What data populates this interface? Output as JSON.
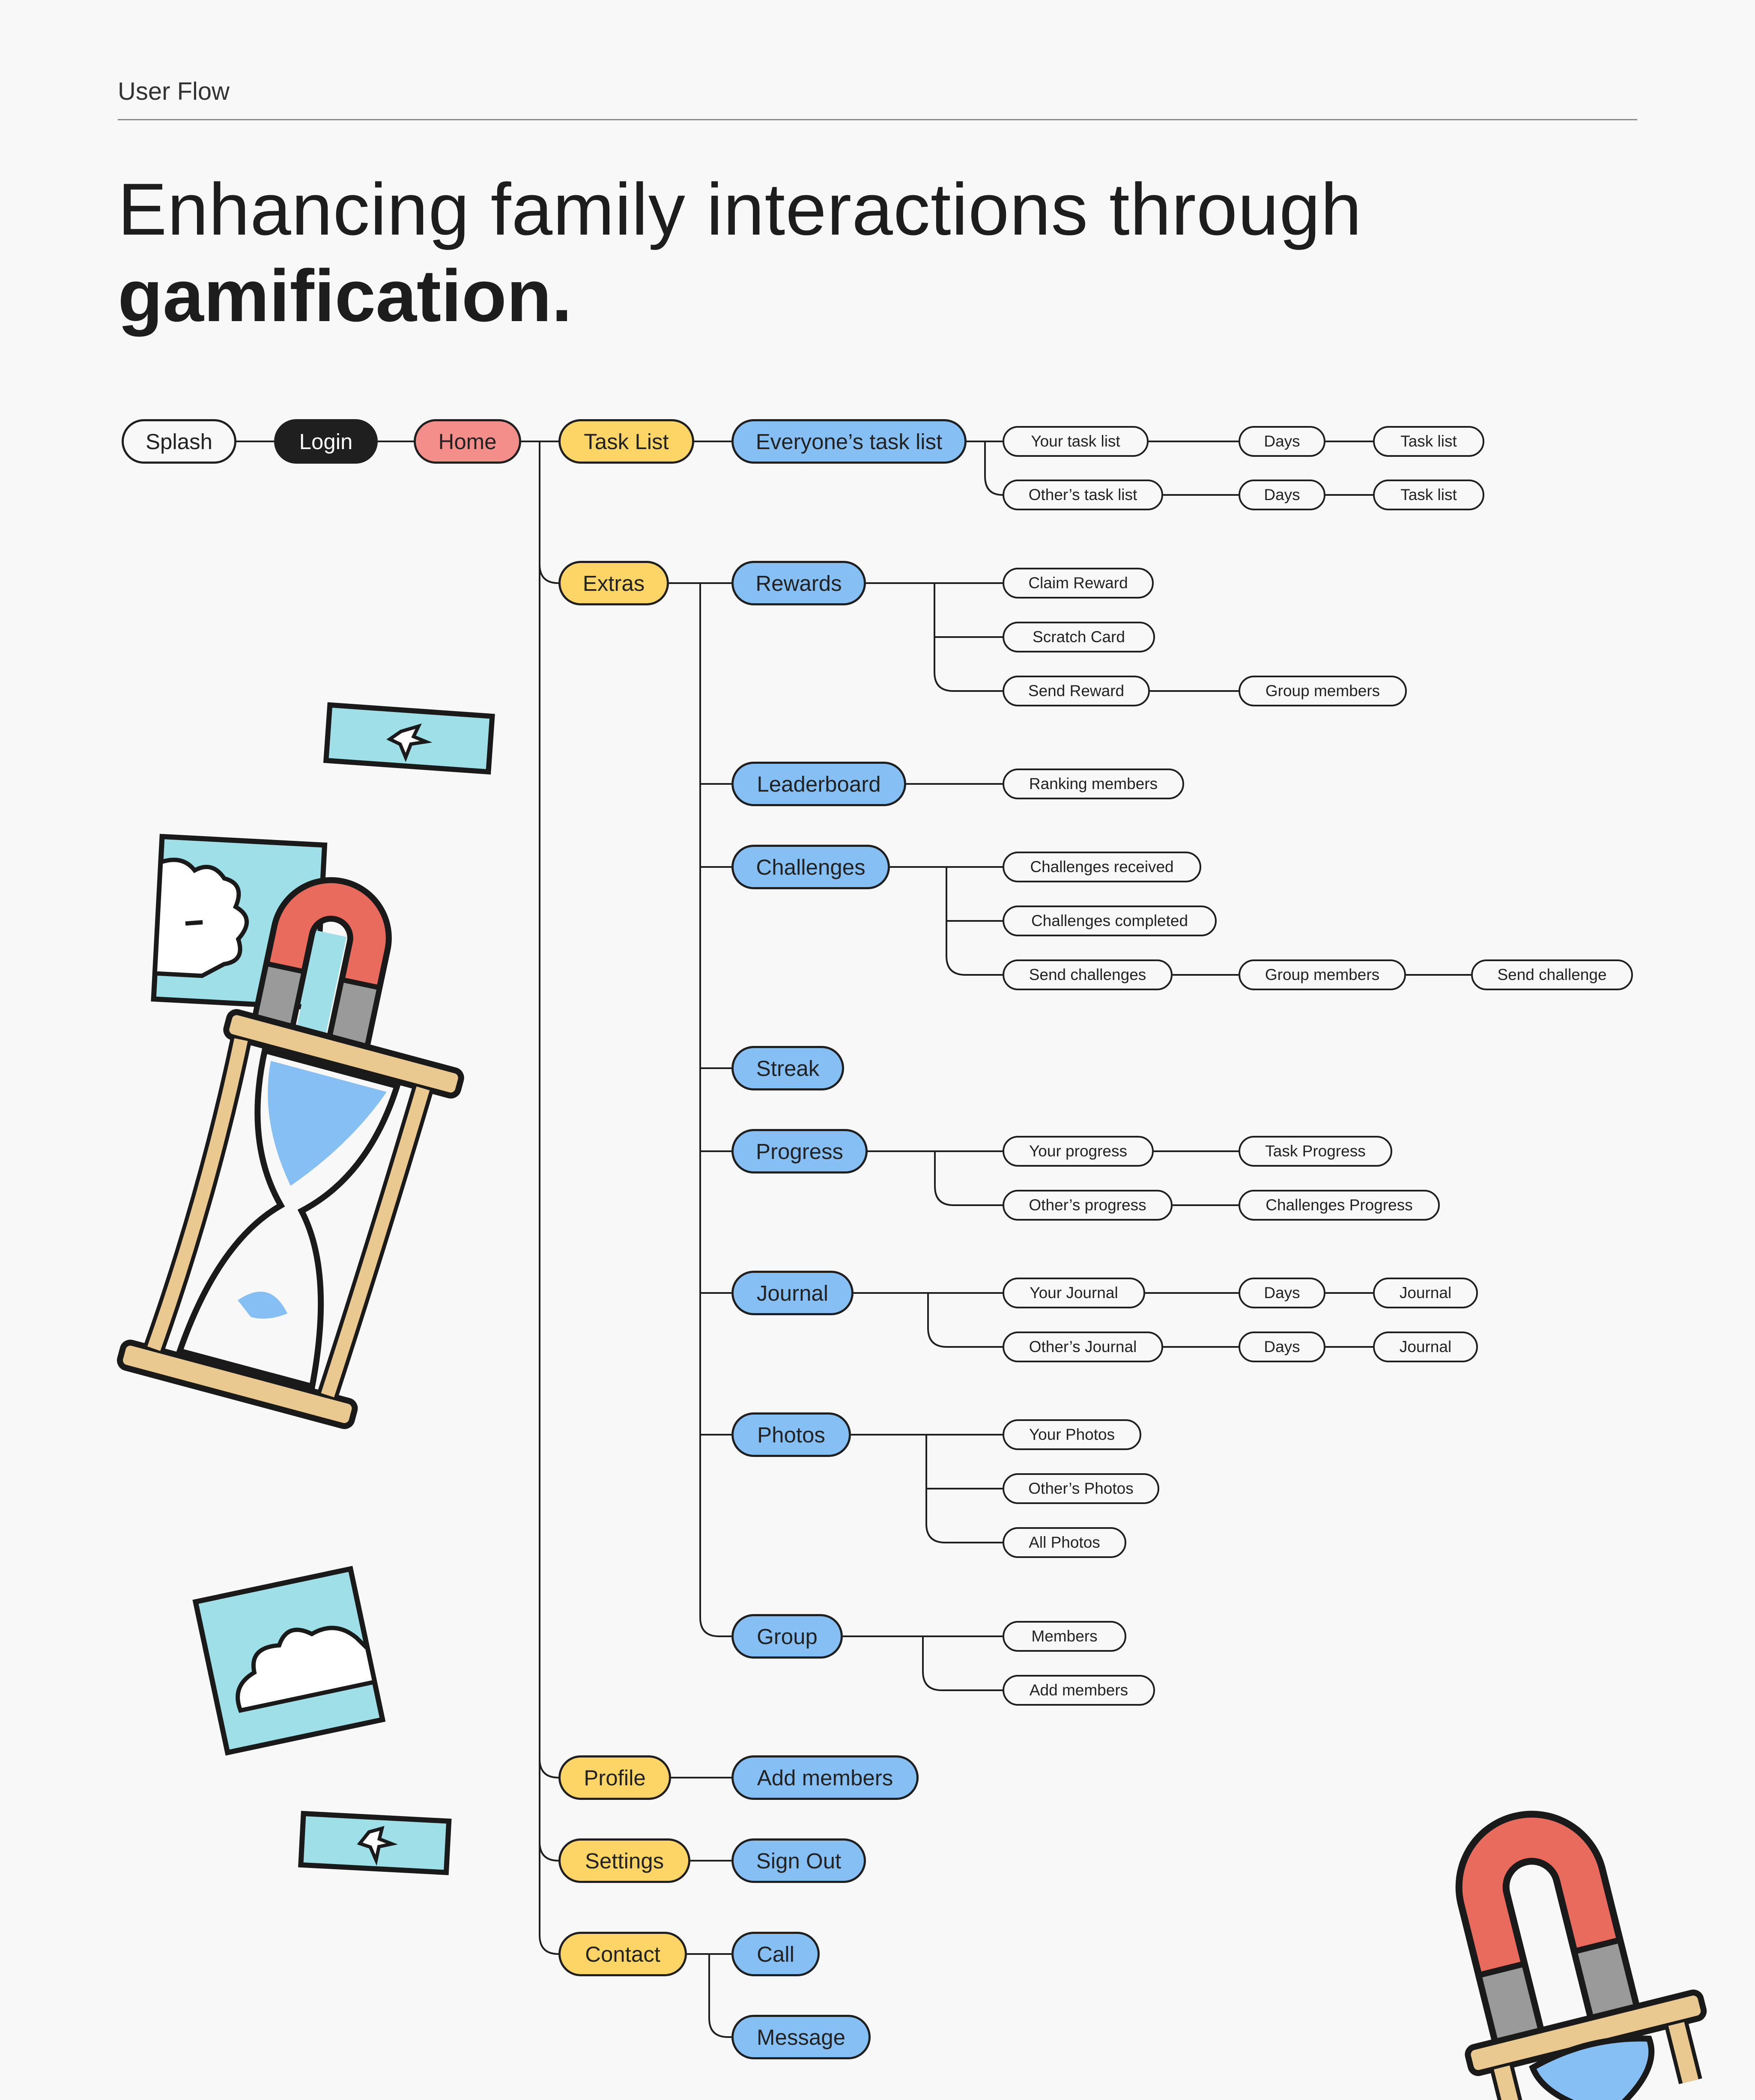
{
  "header": {
    "eyebrow": "User Flow",
    "title_line1": "Enhancing family interactions through",
    "title_line2": "gamification."
  },
  "colors": {
    "background": "#f8f8f8",
    "ink": "#1f1f1f",
    "home": "#f48e8b",
    "section": "#fdd466",
    "feature": "#85bff3",
    "magnet": "#e96b5d",
    "sky": "#9fdfe8",
    "wood": "#e9c98f"
  },
  "flow": {
    "splash": "Splash",
    "login": "Login",
    "home": "Home",
    "task_list": {
      "label": "Task List",
      "everyone": "Everyone’s task list",
      "your_task_list": "Your task list",
      "others_task_list": "Other’s task list",
      "days": "Days",
      "task_list": "Task list"
    },
    "extras": {
      "label": "Extras",
      "rewards": {
        "label": "Rewards",
        "claim": "Claim Reward",
        "scratch": "Scratch Card",
        "send": "Send Reward",
        "group_members": "Group members"
      },
      "leaderboard": {
        "label": "Leaderboard",
        "ranking": "Ranking members"
      },
      "challenges": {
        "label": "Challenges",
        "received": "Challenges received",
        "completed": "Challenges completed",
        "send": "Send challenges",
        "group_members": "Group members",
        "send_challenge": "Send challenge"
      },
      "streak": {
        "label": "Streak"
      },
      "progress": {
        "label": "Progress",
        "yours": "Your progress",
        "others": "Other’s progress",
        "task": "Task Progress",
        "challenges": "Challenges Progress"
      },
      "journal": {
        "label": "Journal",
        "yours": "Your Journal",
        "others": "Other’s Journal",
        "days": "Days",
        "journal": "Journal"
      },
      "photos": {
        "label": "Photos",
        "yours": "Your Photos",
        "others": "Other’s Photos",
        "all": "All Photos"
      },
      "group": {
        "label": "Group",
        "members": "Members",
        "add": "Add members"
      }
    },
    "profile": {
      "label": "Profile",
      "add_members": "Add members"
    },
    "settings": {
      "label": "Settings",
      "sign_out": "Sign Out"
    },
    "contact": {
      "label": "Contact",
      "call": "Call",
      "message": "Message"
    }
  }
}
